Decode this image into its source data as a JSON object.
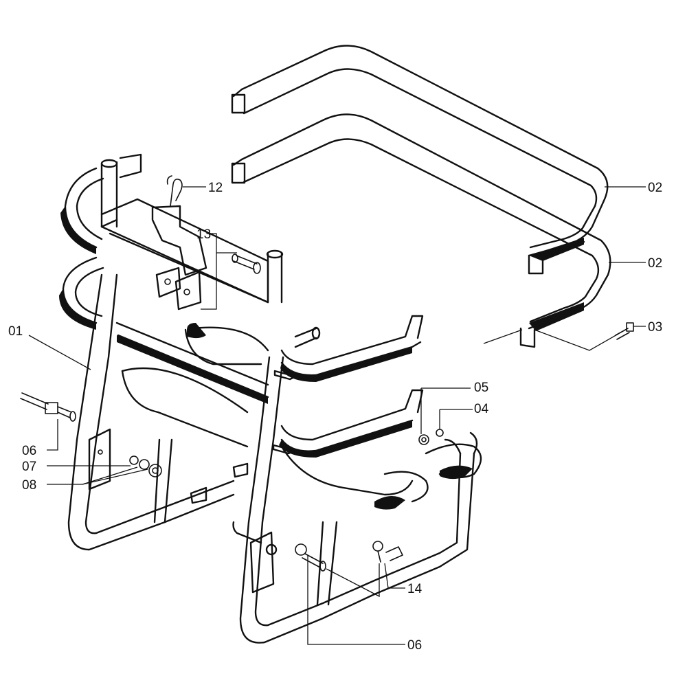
{
  "labels": {
    "p01": "01",
    "p02a": "02",
    "p02b": "02",
    "p03": "03",
    "p04": "04",
    "p05": "05",
    "p06a": "06",
    "p06b": "06",
    "p07": "07",
    "p08": "08",
    "p12": "12",
    "p13": "13",
    "p14": "14"
  }
}
